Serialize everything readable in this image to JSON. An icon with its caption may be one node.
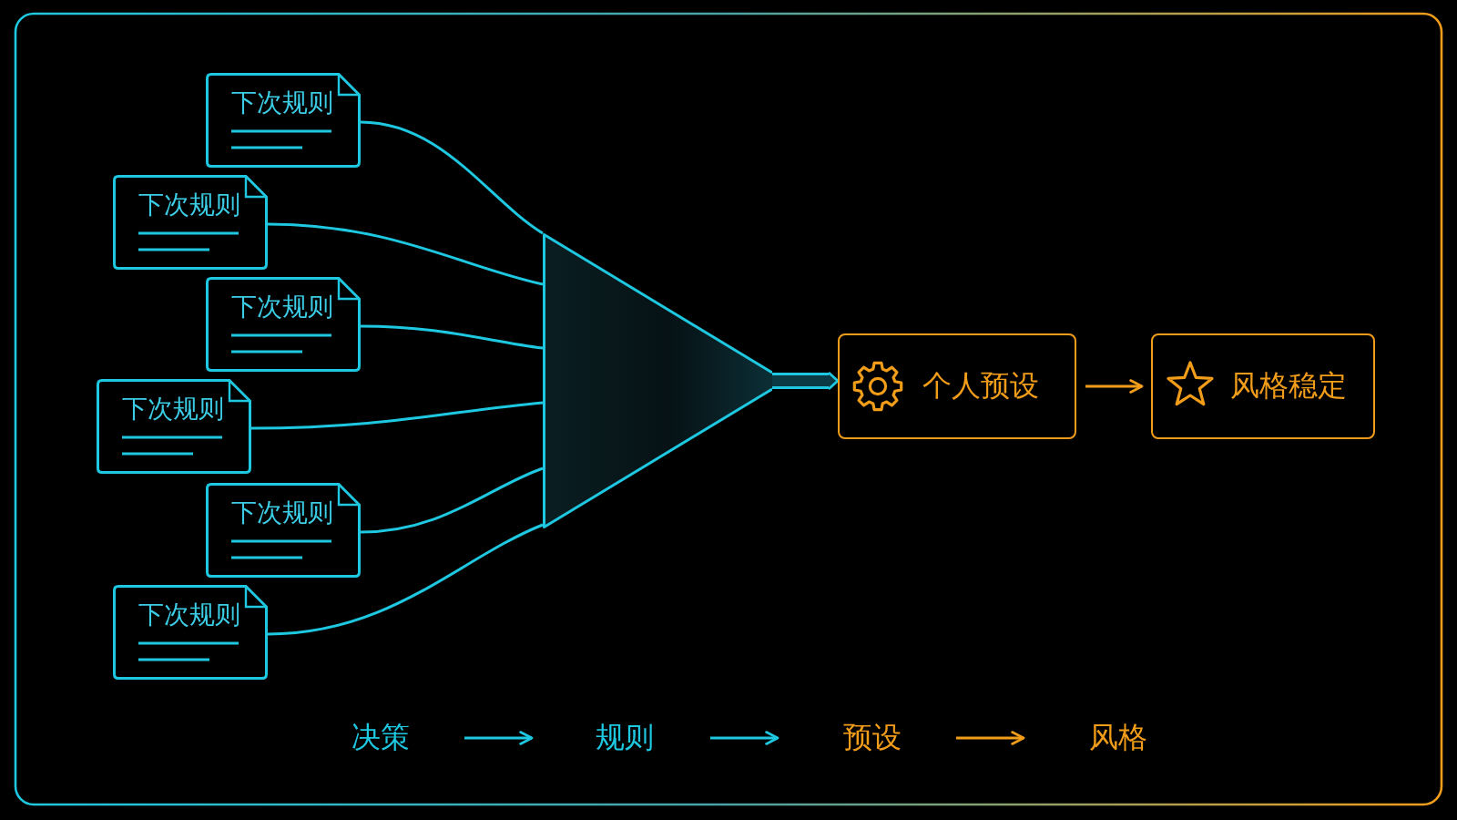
{
  "diagram": {
    "nodes": [
      {
        "text": [
          "下次规则"
        ]
      },
      {
        "text": [
          "下次规则"
        ]
      },
      {
        "text": [
          "下次规则"
        ]
      },
      {
        "text": [
          "下次规则"
        ]
      },
      {
        "text": [
          "下次规则"
        ]
      },
      {
        "text": [
          "下次规则"
        ]
      },
      {
        "text": [],
        "shape": "funnel"
      },
      {
        "text": [
          "个人预设"
        ]
      },
      {
        "text": [
          "风格稳定"
        ]
      },
      {
        "text": [
          "决策"
        ]
      },
      {
        "text": [
          "规则"
        ]
      },
      {
        "text": [
          "预设"
        ]
      },
      {
        "text": [
          "风格"
        ]
      }
    ],
    "edges": [
      {
        "from": 0,
        "to": 6,
        "arrow": "none"
      },
      {
        "from": 1,
        "to": 6,
        "arrow": "none"
      },
      {
        "from": 2,
        "to": 6,
        "arrow": "none"
      },
      {
        "from": 3,
        "to": 6,
        "arrow": "none"
      },
      {
        "from": 4,
        "to": 6,
        "arrow": "none"
      },
      {
        "from": 5,
        "to": 6,
        "arrow": "none"
      },
      {
        "from": 6,
        "to": 7,
        "arrow": "to",
        "style": "thick"
      },
      {
        "from": 7,
        "to": 8,
        "arrow": "to",
        "color": "#f29d1a"
      },
      {
        "from": 9,
        "to": 10,
        "arrow": "to"
      },
      {
        "from": 10,
        "to": 11,
        "arrow": "to"
      },
      {
        "from": 11,
        "to": 12,
        "arrow": "to",
        "color": "#f29d1a"
      }
    ]
  }
}
